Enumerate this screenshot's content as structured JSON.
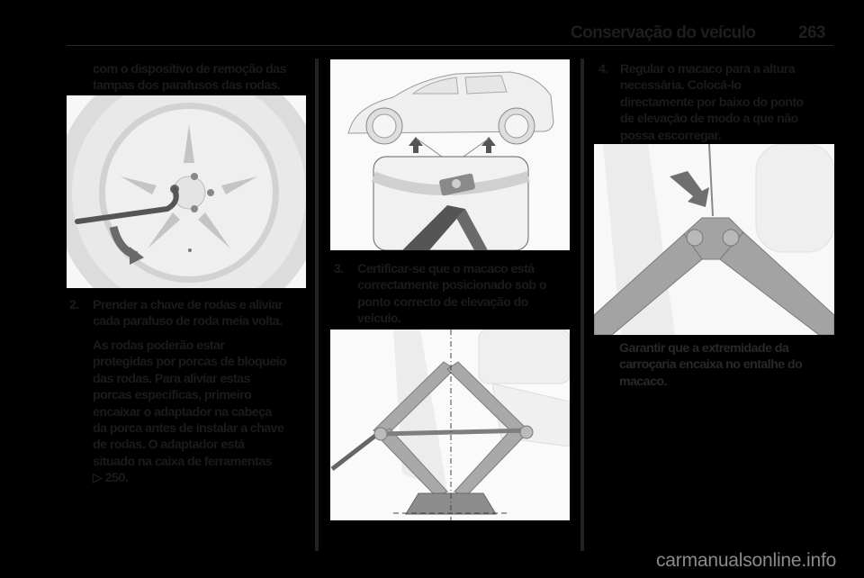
{
  "header": {
    "title": "Conservação do veículo",
    "page_number": "263"
  },
  "column1": {
    "intro_text": [
      "com o dispositivo de remoção das",
      "tampas dos parafusos das rodas."
    ],
    "figure1": {
      "name": "wheel-wrench-illustration",
      "description": "Roda com chave de rodas e seta de rotação"
    },
    "step2": {
      "number": "2.",
      "lines": [
        "Prender a chave de rodas e aliviar",
        "cada parafuso de roda meia volta."
      ],
      "note_lines": [
        "As rodas poderão estar",
        "protegidas por porcas de bloqueio",
        "das rodas. Para aliviar estas",
        "porcas específicas, primeiro",
        "encaixar o adaptador na cabeça",
        "da porca antes de instalar a chave",
        "de rodas. O adaptador está",
        "situado na caixa de ferramentas"
      ],
      "xref_symbol": "▷",
      "xref_page": "250."
    }
  },
  "column2": {
    "figure2": {
      "name": "car-jacking-points-illustration",
      "description": "Veículo com setas nos pontos de elevação e detalhe do macaco"
    },
    "step3": {
      "number": "3.",
      "lines": [
        "Certificar-se que o macaco está",
        "correctamente posicionado sob o",
        "ponto correcto de elevação do",
        "veículo."
      ]
    },
    "figure3": {
      "name": "jack-position-illustration",
      "description": "Macaco posicionado com linha central tracejada"
    }
  },
  "column3": {
    "step4": {
      "number": "4.",
      "lines": [
        "Regular o macaco para a altura",
        "necessária. Colocá-lo",
        "directamente por baixo do ponto",
        "de elevação de modo a que não",
        "possa escorregar."
      ]
    },
    "figure4": {
      "name": "jack-head-detail-illustration",
      "description": "Detalhe da cabeça do macaco com seta"
    },
    "note_lines": [
      "Garantir que a extremidade da",
      "carroçaria encaixa no entalhe do",
      "macaco."
    ]
  },
  "footer": {
    "watermark": "carmanualsonline.info"
  }
}
